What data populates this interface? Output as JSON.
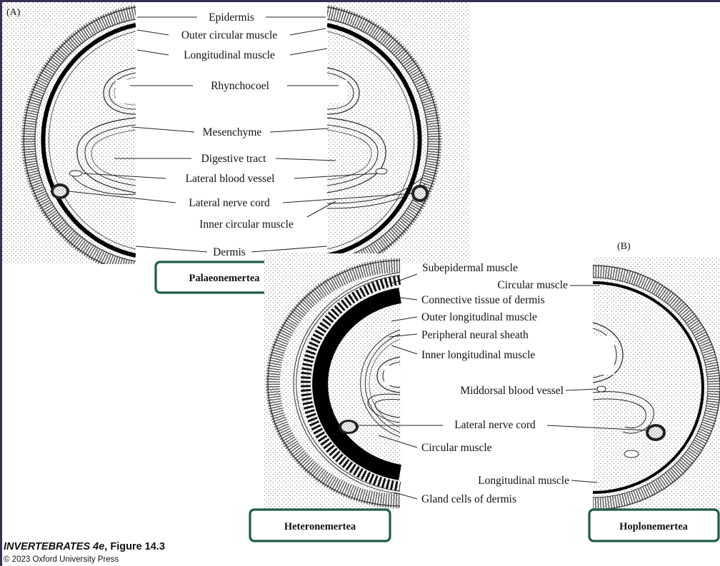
{
  "panel_a": {
    "id": "(A)",
    "labels": [
      "Epidermis",
      "Outer circular muscle",
      "Longitudinal muscle",
      "Rhynchocoel",
      "Mesenchyme",
      "Digestive tract",
      "Lateral blood vessel",
      "Lateral nerve cord",
      "Inner circular muscle",
      "Dermis"
    ],
    "box": "Palaeonemertea"
  },
  "panel_b": {
    "id": "(B)",
    "hetero_labels": [
      "Subepidermal muscle",
      "Connective tissue of dermis",
      "Outer longitudinal muscle",
      "Peripheral neural sheath",
      "Inner longitudinal muscle",
      "Circular muscle",
      "Gland cells of dermis"
    ],
    "hoplo_labels": [
      "Circular muscle",
      "Middorsal blood vessel",
      "Longitudinal muscle"
    ],
    "shared_label": "Lateral nerve cord",
    "hetero_box": "Heteronemertea",
    "hoplo_box": "Hoplonemertea"
  },
  "credit": {
    "book": "INVERTEBRATES 4e",
    "figure": ", Figure 14.3",
    "copyright": "© 2023 Oxford University Press"
  },
  "colors": {
    "frame": "#3a2d57",
    "box_border": "#1f5d45"
  }
}
